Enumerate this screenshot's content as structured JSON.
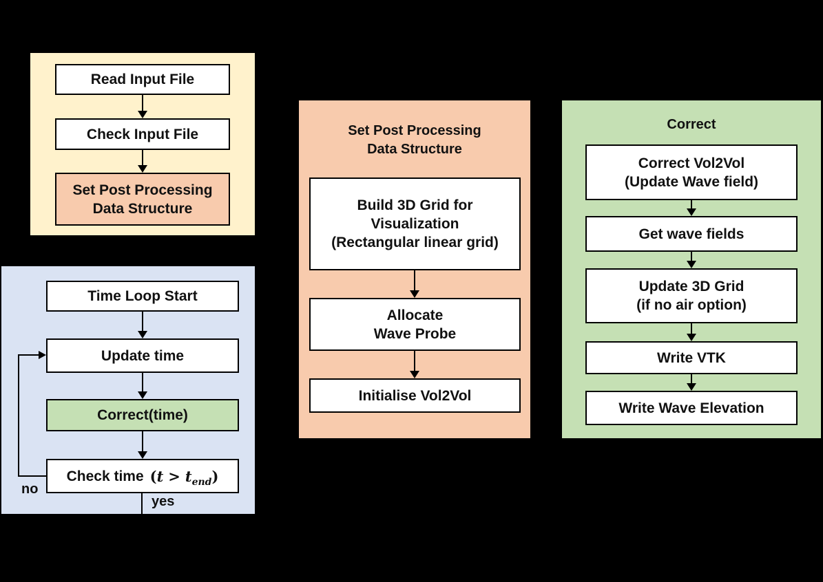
{
  "colors": {
    "background": "#000000",
    "panel_yellow": "#FFF2CC",
    "panel_blue": "#DAE3F3",
    "panel_orange": "#F8CBAD",
    "panel_green": "#C5E0B4",
    "box_white": "#FFFFFF",
    "border_black": "#000000"
  },
  "input_panel": {
    "step1": "Read Input File",
    "step2": "Check Input File",
    "step3": "Set Post Processing\nData Structure"
  },
  "time_loop_panel": {
    "step1": "Time Loop Start",
    "step2": "Update time",
    "step3": "Correct(time)",
    "step4_prefix": "Check time",
    "step4_math": {
      "open": "(",
      "var1": "t",
      "op": ">",
      "var2": "t",
      "sub": "end",
      "close": ")"
    },
    "no_label": "no",
    "yes_label": "yes"
  },
  "post_processing_panel": {
    "title": "Set Post Processing\nData Structure",
    "step1": "Build 3D Grid for\nVisualization\n(Rectangular linear grid)",
    "step2": "Allocate\nWave Probe",
    "step3": "Initialise Vol2Vol"
  },
  "correct_panel": {
    "title": "Correct",
    "step1": "Correct Vol2Vol\n(Update Wave field)",
    "step2": "Get wave fields",
    "step3": "Update 3D Grid\n(if no air option)",
    "step4": "Write VTK",
    "step5": "Write Wave Elevation"
  }
}
